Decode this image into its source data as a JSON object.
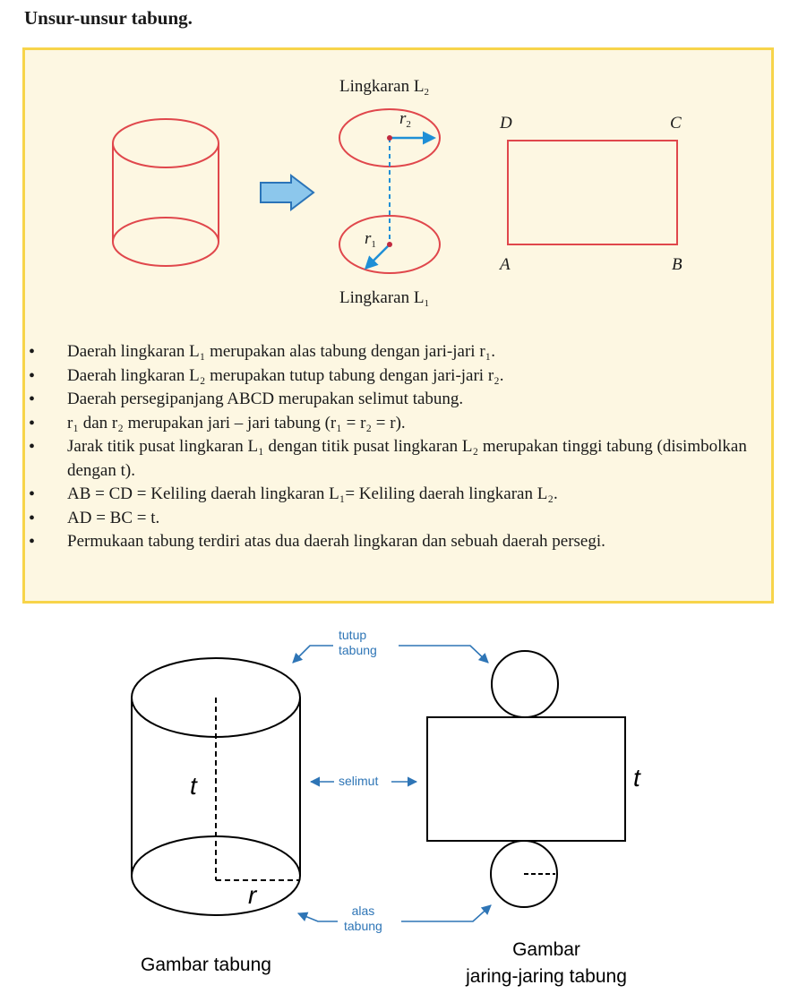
{
  "heading": "Unsur-unsur tabung.",
  "top_diagram": {
    "label_L2": "Lingkaran L",
    "label_L2_sub": "2",
    "label_L1": "Lingkaran L",
    "label_L1_sub": "1",
    "r1": "r",
    "r1_sub": "1",
    "r2": "r",
    "r2_sub": "2",
    "vertex_D": "D",
    "vertex_C": "C",
    "vertex_A": "A",
    "vertex_B": "B",
    "colors": {
      "shape": "#e0474c",
      "arrow_fill": "#8cc7ec",
      "arrow_stroke": "#2b74b8",
      "radius": "#1f8fd6"
    }
  },
  "bullets": [
    "Daerah lingkaran L₁ merupakan alas tabung dengan jari-jari r₁.",
    "Daerah lingkaran L₂ merupakan tutup tabung dengan jari-jari r₂.",
    "Daerah persegipanjang ABCD merupakan selimut tabung.",
    "r₁ dan r₂ merupakan jari – jari tabung (r₁ = r₂ = r).",
    "Jarak titik pusat lingkaran L₁ dengan titik pusat lingkaran L₂ merupakan tinggi tabung (disimbolkan dengan t).",
    "AB = CD = Keliling daerah lingkaran L₁= Keliling daerah lingkaran L₂.",
    "AD = BC = t.",
    "Permukaan tabung terdiri atas dua daerah lingkaran dan sebuah daerah persegi."
  ],
  "bottom_diagram": {
    "tutup_line1": "tutup",
    "tutup_line2": "tabung",
    "selimut": "selimut",
    "alas_line1": "alas",
    "alas_line2": "tabung",
    "t_left": "t",
    "t_right": "t",
    "r": "r",
    "caption_left": "Gambar tabung",
    "caption_right_line1": "Gambar",
    "caption_right_line2": "jaring-jaring tabung",
    "colors": {
      "annotation": "#2e75b6",
      "shape": "#000000"
    }
  }
}
